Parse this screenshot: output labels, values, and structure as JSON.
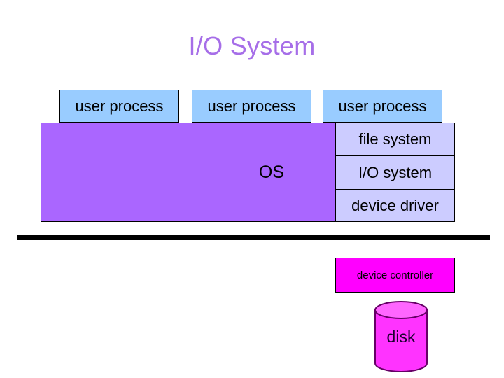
{
  "slide": {
    "title": "I/O System",
    "title_color": "#a66ee8",
    "background": "#ffffff"
  },
  "user_processes": {
    "fill_color": "#99ccff",
    "items": [
      {
        "label": "user process"
      },
      {
        "label": "user process"
      },
      {
        "label": "user process"
      }
    ]
  },
  "os_block": {
    "label": "OS",
    "fill_color": "#aa66ff"
  },
  "kernel_stack": {
    "fill_color": "#ccccff",
    "items": [
      {
        "label": "file system"
      },
      {
        "label": "I/O system"
      },
      {
        "label": "device driver"
      }
    ]
  },
  "hardware_divider": {
    "color": "#000000"
  },
  "device_controller": {
    "label": "device controller",
    "fill_color": "#ff00ff"
  },
  "disk": {
    "label": "disk",
    "body_color": "#ff33ff",
    "top_color": "#ff66ff",
    "outline_color": "#660066"
  }
}
